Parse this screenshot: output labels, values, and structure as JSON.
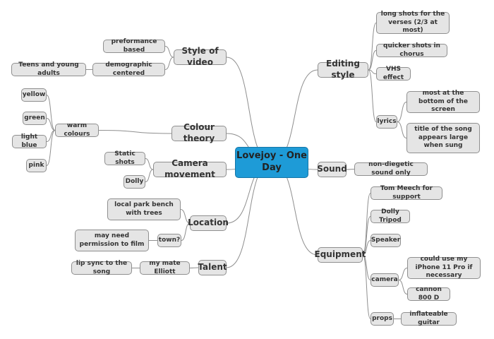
{
  "center": "Lovejoy - One Day",
  "branches": {
    "style_of_video": {
      "label": "Style of video",
      "preformance_based": "preformance based",
      "demographic_centered": "demographic centered",
      "teens_young_adults": "Teens  and young adults"
    },
    "colour_theory": {
      "label": "Colour theory",
      "warm_colours": "warm colours",
      "yellow": "yellow",
      "green": "green",
      "light_blue": "light blue",
      "pink": "pink"
    },
    "camera_movement": {
      "label": "Camera movement",
      "static_shots": "Static shots",
      "dolly": "Dolly"
    },
    "location": {
      "label": "Location",
      "park_bench": "local park bench with trees",
      "town": "town?",
      "permission": "may need permission to film"
    },
    "talent": {
      "label": "Talent",
      "mate_elliott": "my mate Elliott",
      "lip_sync": "lip sync to the song"
    },
    "editing_style": {
      "label": "Editing style",
      "long_shots": "long shots for the verses (2/3 at most)",
      "quicker_shots": "quicker shots in chorus",
      "vhs_effect": "VHS effect",
      "lyrics": "lyrics",
      "bottom_screen": "most at the bottom of the screen",
      "title_large": "title of the song appears large when sung"
    },
    "sound": {
      "label": "Sound",
      "non_diegetic": "non-diegetic sound only"
    },
    "equipment": {
      "label": "Equipment",
      "tom_meech": "Tom Meech for support",
      "dolly_tripod": "Dolly Tripod",
      "speaker": "Speaker",
      "camera": "camera",
      "iphone": "could use my iPhone 11 Pro if necessary",
      "cannon": "cannon 800 D",
      "props": "props",
      "guitar": "inflateable guitar"
    }
  },
  "colors": {
    "center_fill": "#1e9bd7",
    "node_fill": "#e5e5e5",
    "node_border": "#8f8f8f",
    "connector": "#8f8f8f"
  }
}
